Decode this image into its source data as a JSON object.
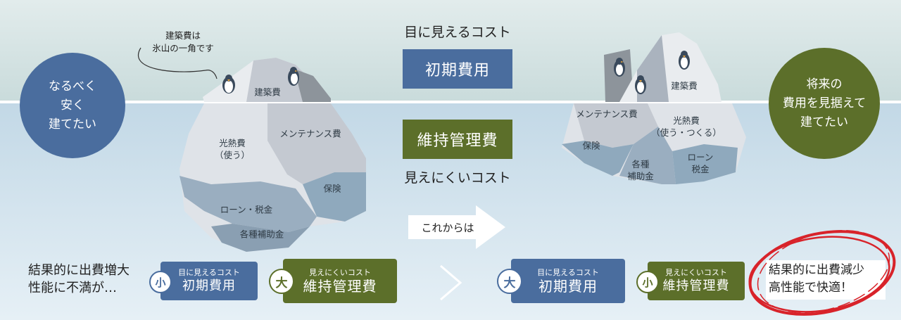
{
  "colors": {
    "sky": "#d7e4e5",
    "water": "#c6dcea",
    "navy": "#4a6d9e",
    "olive": "#5c6f2a",
    "ice_light": "#e9ecef",
    "ice_mid": "#c4c9d1",
    "ice_shadow": "#aab3be",
    "ice_blue": "#8fa9bd",
    "ice_deep": "#9aaec0",
    "rock": "#8d949b",
    "red": "#d8232a"
  },
  "center": {
    "visible_cost_label": "目に見えるコスト",
    "initial_cost": "初期費用",
    "maintenance_cost": "維持管理費",
    "hidden_cost_label": "見えにくいコスト"
  },
  "left": {
    "circle_text": "なるべく\n安く\n建てたい",
    "speech_bubble": "建築費は\n氷山の一角です",
    "iceberg_labels": {
      "construction": "建築費",
      "utility": "光熱費\n（使う）",
      "maintenance": "メンテナンス費",
      "insurance": "保険",
      "loan_tax": "ローン・税金",
      "subsidies": "各種補助金"
    }
  },
  "right": {
    "circle_text": "将来の\n費用を見据えて\n建てたい",
    "iceberg_labels": {
      "construction": "建築費",
      "maintenance": "メンテナンス費",
      "utility": "光熱費\n（使う・つくる）",
      "insurance": "保険",
      "subsidies": "各種\n補助金",
      "loan_tax": "ローン\n税金"
    }
  },
  "arrow_label": "これからは",
  "bottom": {
    "left_text": "結果的に出費増大\n性能に不満が…",
    "left_small_badge": "小",
    "left_box1_top": "目に見えるコスト",
    "left_box1_main": "初期費用",
    "left_big_badge": "大",
    "left_box2_top": "見えにくいコスト",
    "left_box2_main": "維持管理費",
    "compare_symbol": ">",
    "right_big_badge": "大",
    "right_box1_top": "目に見えるコスト",
    "right_box1_main": "初期費用",
    "right_small_badge": "小",
    "right_box2_top": "見えにくいコスト",
    "right_box2_main": "維持管理費",
    "right_text": "結果的に出費減少\n高性能で快適！"
  }
}
